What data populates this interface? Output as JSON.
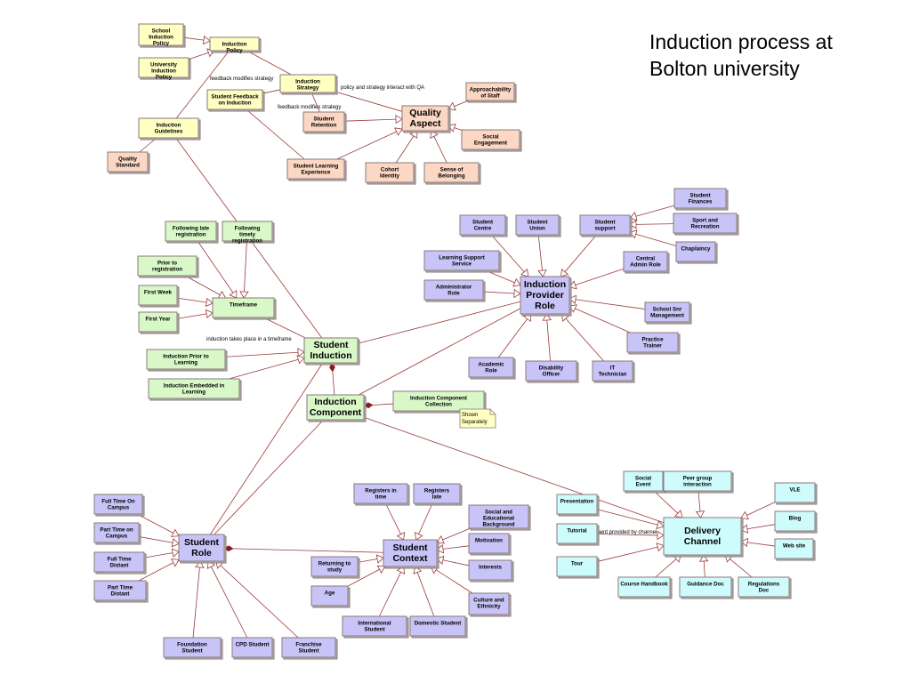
{
  "title": "Induction process at Bolton university",
  "colors": {
    "yellow": "#ffffc2",
    "salmon": "#fcd8c4",
    "green": "#d8f8c8",
    "blue": "#c8c4f8",
    "cyan": "#cefcfc",
    "edge": "#9b3a3a",
    "note": "#ffffc2"
  },
  "nodes": [
    {
      "id": "school-induction-policy",
      "text": "School Induction Policy",
      "color": "yellow"
    },
    {
      "id": "university-induction-policy",
      "text": "University Induction Policy",
      "color": "yellow"
    },
    {
      "id": "induction-policy",
      "text": "Induction Policy",
      "color": "yellow"
    },
    {
      "id": "induction-strategy",
      "text": "Induction Strategy",
      "color": "yellow"
    },
    {
      "id": "student-feedback-on-induction",
      "text": "Student Feedback on Induction",
      "color": "yellow"
    },
    {
      "id": "induction-guidelines",
      "text": "Induction Guidelines",
      "color": "yellow"
    },
    {
      "id": "quality-standard",
      "text": "Quality Standard",
      "color": "salmon"
    },
    {
      "id": "approachability-of-staff",
      "text": "Approachability of Staff",
      "color": "salmon"
    },
    {
      "id": "quality-aspect",
      "text": "Quality Aspect",
      "color": "salmon",
      "big": true
    },
    {
      "id": "student-retention",
      "text": "Student Retention",
      "color": "salmon"
    },
    {
      "id": "social-engagement",
      "text": "Social Engagement",
      "color": "salmon"
    },
    {
      "id": "student-learning-experience",
      "text": "Student Learning Experience",
      "color": "salmon"
    },
    {
      "id": "cohort-identity",
      "text": "Cohort Identity",
      "color": "salmon"
    },
    {
      "id": "sense-of-belonging",
      "text": "Sense of Belonging",
      "color": "salmon"
    },
    {
      "id": "following-late-registration",
      "text": "Following late registration",
      "color": "green"
    },
    {
      "id": "following-timely-registration",
      "text": "Following timely registration",
      "color": "green"
    },
    {
      "id": "prior-to-registration",
      "text": "Prior to registration",
      "color": "green"
    },
    {
      "id": "first-week",
      "text": "First Week",
      "color": "green"
    },
    {
      "id": "timeframe",
      "text": "Timeframe",
      "color": "green"
    },
    {
      "id": "first-year",
      "text": "First Year",
      "color": "green"
    },
    {
      "id": "student-induction",
      "text": "Student Induction",
      "color": "green",
      "big": true
    },
    {
      "id": "induction-prior-to-learning",
      "text": "Induction Prior to Learning",
      "color": "green"
    },
    {
      "id": "induction-embedded-in-learning",
      "text": "Induction Embedded in Learning",
      "color": "green"
    },
    {
      "id": "induction-component",
      "text": "Induction Component",
      "color": "green",
      "big": true
    },
    {
      "id": "induction-component-collection",
      "text": "Induction Component Collection",
      "color": "green"
    },
    {
      "id": "student-centre",
      "text": "Student Centre",
      "color": "blue"
    },
    {
      "id": "student-union",
      "text": "Student Union",
      "color": "blue"
    },
    {
      "id": "student-support",
      "text": "Student support",
      "color": "blue"
    },
    {
      "id": "student-finances",
      "text": "Student Finances",
      "color": "blue"
    },
    {
      "id": "sport-and-recreation",
      "text": "Sport and Recreation",
      "color": "blue"
    },
    {
      "id": "chaplaincy",
      "text": "Chaplaincy",
      "color": "blue"
    },
    {
      "id": "learning-support-service",
      "text": "Learning Support Service",
      "color": "blue"
    },
    {
      "id": "central-admin-role",
      "text": "Central Admin Role",
      "color": "blue"
    },
    {
      "id": "administrator-role",
      "text": "Administrator Role",
      "color": "blue"
    },
    {
      "id": "induction-provider-role",
      "text": "Induction Provider Role",
      "color": "blue",
      "big": true
    },
    {
      "id": "school-snr-management",
      "text": "School Snr Management",
      "color": "blue"
    },
    {
      "id": "practice-trainer",
      "text": "Practice Trainer",
      "color": "blue"
    },
    {
      "id": "academic-role",
      "text": "Academic Role",
      "color": "blue"
    },
    {
      "id": "disability-officer",
      "text": "Disability Officer",
      "color": "blue"
    },
    {
      "id": "it-technician",
      "text": "IT Technician",
      "color": "blue"
    },
    {
      "id": "full-time-on-campus",
      "text": "Full Time On Campus",
      "color": "blue"
    },
    {
      "id": "part-time-on-campus",
      "text": "Part Time on Campus",
      "color": "blue"
    },
    {
      "id": "full-time-distant",
      "text": "Full Time Distant",
      "color": "blue"
    },
    {
      "id": "part-time-distant",
      "text": "Part Time Distant",
      "color": "blue"
    },
    {
      "id": "student-role",
      "text": "Student Role",
      "color": "blue",
      "big": true
    },
    {
      "id": "foundation-student",
      "text": "Foundation Student",
      "color": "blue"
    },
    {
      "id": "cpd-student",
      "text": "CPD Student",
      "color": "blue"
    },
    {
      "id": "franchise-student",
      "text": "Franchise Student",
      "color": "blue"
    },
    {
      "id": "registers-in-time",
      "text": "Registers in time",
      "color": "blue"
    },
    {
      "id": "registers-late",
      "text": "Registers late",
      "color": "blue"
    },
    {
      "id": "social-and-educational-background",
      "text": "Social and Educational Background",
      "color": "blue"
    },
    {
      "id": "motivation",
      "text": "Motivation",
      "color": "blue"
    },
    {
      "id": "returning-to-study",
      "text": "Returning to study",
      "color": "blue"
    },
    {
      "id": "student-context",
      "text": "Student Context",
      "color": "blue",
      "big": true
    },
    {
      "id": "interests",
      "text": "Interests",
      "color": "blue"
    },
    {
      "id": "age",
      "text": "Age",
      "color": "blue"
    },
    {
      "id": "culture-and-ethnicity",
      "text": "Culture and Ethnicity",
      "color": "blue"
    },
    {
      "id": "international-student",
      "text": "International Student",
      "color": "blue"
    },
    {
      "id": "domestic-student",
      "text": "Domestic Student",
      "color": "blue"
    },
    {
      "id": "social-event",
      "text": "Social Event",
      "color": "cyan"
    },
    {
      "id": "peer-group-interaction",
      "text": "Peer group interaction",
      "color": "cyan"
    },
    {
      "id": "vle",
      "text": "VLE",
      "color": "cyan"
    },
    {
      "id": "presentation",
      "text": "Presentation",
      "color": "cyan"
    },
    {
      "id": "blog",
      "text": "Blog",
      "color": "cyan"
    },
    {
      "id": "tutorial",
      "text": "Tutorial",
      "color": "cyan"
    },
    {
      "id": "delivery-channel",
      "text": "Delivery Channel",
      "color": "cyan",
      "big": true
    },
    {
      "id": "web-site",
      "text": "Web site",
      "color": "cyan"
    },
    {
      "id": "tour",
      "text": "Tour",
      "color": "cyan"
    },
    {
      "id": "course-handbook",
      "text": "Course Handbook",
      "color": "cyan"
    },
    {
      "id": "guidance-doc",
      "text": "Guidance Doc",
      "color": "cyan"
    },
    {
      "id": "regulations-doc",
      "text": "Regulations Doc",
      "color": "cyan"
    }
  ],
  "note": {
    "id": "shown-separately-note",
    "text": "Shown Separately"
  },
  "edge_labels": [
    {
      "id": "feedback-modifies-strategy-1",
      "text": "feedback modifies strategy"
    },
    {
      "id": "policy-and-strategy-interact-with-qa",
      "text": "policy and strategy interact with QA"
    },
    {
      "id": "feedback-modifies-strategy-2",
      "text": "feedback modifies strategy"
    },
    {
      "id": "induction-takes-place-in-a-timeframe",
      "text": "induction takes place in a timeframe"
    },
    {
      "id": "component-provided-by-channel",
      "text": "onent provided by channel"
    }
  ],
  "edges": [
    {
      "from": "school-induction-policy",
      "to": "induction-policy",
      "type": "gen"
    },
    {
      "from": "university-induction-policy",
      "to": "induction-policy",
      "type": "gen"
    },
    {
      "from": "induction-policy",
      "to": "induction-strategy",
      "type": "line"
    },
    {
      "from": "induction-policy",
      "to": "induction-guidelines",
      "type": "line"
    },
    {
      "from": "induction-strategy",
      "to": "student-feedback-on-induction",
      "type": "line"
    },
    {
      "from": "induction-strategy",
      "to": "student-retention",
      "type": "line"
    },
    {
      "from": "induction-strategy",
      "to": "quality-aspect",
      "type": "line"
    },
    {
      "from": "student-feedback-on-induction",
      "to": "student-learning-experience",
      "type": "line"
    },
    {
      "from": "induction-guidelines",
      "to": "quality-standard",
      "type": "line"
    },
    {
      "from": "induction-guidelines",
      "to": "student-induction",
      "type": "line"
    },
    {
      "from": "approachability-of-staff",
      "to": "quality-aspect",
      "type": "gen"
    },
    {
      "from": "student-retention",
      "to": "quality-aspect",
      "type": "gen"
    },
    {
      "from": "social-engagement",
      "to": "quality-aspect",
      "type": "gen"
    },
    {
      "from": "student-learning-experience",
      "to": "quality-aspect",
      "type": "gen"
    },
    {
      "from": "cohort-identity",
      "to": "quality-aspect",
      "type": "gen"
    },
    {
      "from": "sense-of-belonging",
      "to": "quality-aspect",
      "type": "gen"
    },
    {
      "from": "following-late-registration",
      "to": "timeframe",
      "type": "gen"
    },
    {
      "from": "following-timely-registration",
      "to": "timeframe",
      "type": "gen"
    },
    {
      "from": "prior-to-registration",
      "to": "timeframe",
      "type": "gen"
    },
    {
      "from": "first-week",
      "to": "timeframe",
      "type": "gen"
    },
    {
      "from": "first-year",
      "to": "timeframe",
      "type": "gen"
    },
    {
      "from": "timeframe",
      "to": "student-induction",
      "type": "line"
    },
    {
      "from": "induction-prior-to-learning",
      "to": "student-induction",
      "type": "gen"
    },
    {
      "from": "induction-embedded-in-learning",
      "to": "student-induction",
      "type": "gen"
    },
    {
      "from": "student-induction",
      "to": "induction-component",
      "type": "comp"
    },
    {
      "from": "student-induction",
      "to": "induction-provider-role",
      "type": "line"
    },
    {
      "from": "student-induction",
      "to": "student-role",
      "type": "line"
    },
    {
      "from": "induction-component",
      "to": "induction-component-collection",
      "type": "comp"
    },
    {
      "from": "induction-component",
      "to": "induction-provider-role",
      "type": "line"
    },
    {
      "from": "induction-component",
      "to": "student-role",
      "type": "line"
    },
    {
      "from": "induction-component",
      "to": "delivery-channel",
      "type": "line"
    },
    {
      "from": "student-centre",
      "to": "induction-provider-role",
      "type": "gen"
    },
    {
      "from": "student-union",
      "to": "induction-provider-role",
      "type": "gen"
    },
    {
      "from": "student-support",
      "to": "induction-provider-role",
      "type": "gen"
    },
    {
      "from": "student-finances",
      "to": "student-support",
      "type": "gen"
    },
    {
      "from": "sport-and-recreation",
      "to": "student-support",
      "type": "gen"
    },
    {
      "from": "chaplaincy",
      "to": "student-support",
      "type": "gen"
    },
    {
      "from": "learning-support-service",
      "to": "induction-provider-role",
      "type": "gen"
    },
    {
      "from": "central-admin-role",
      "to": "induction-provider-role",
      "type": "gen"
    },
    {
      "from": "administrator-role",
      "to": "induction-provider-role",
      "type": "gen"
    },
    {
      "from": "school-snr-management",
      "to": "induction-provider-role",
      "type": "gen"
    },
    {
      "from": "practice-trainer",
      "to": "induction-provider-role",
      "type": "gen"
    },
    {
      "from": "academic-role",
      "to": "induction-provider-role",
      "type": "gen"
    },
    {
      "from": "disability-officer",
      "to": "induction-provider-role",
      "type": "gen"
    },
    {
      "from": "it-technician",
      "to": "induction-provider-role",
      "type": "gen"
    },
    {
      "from": "full-time-on-campus",
      "to": "student-role",
      "type": "gen"
    },
    {
      "from": "part-time-on-campus",
      "to": "student-role",
      "type": "gen"
    },
    {
      "from": "full-time-distant",
      "to": "student-role",
      "type": "gen"
    },
    {
      "from": "part-time-distant",
      "to": "student-role",
      "type": "gen"
    },
    {
      "from": "foundation-student",
      "to": "student-role",
      "type": "gen"
    },
    {
      "from": "cpd-student",
      "to": "student-role",
      "type": "gen"
    },
    {
      "from": "franchise-student",
      "to": "student-role",
      "type": "gen"
    },
    {
      "from": "student-role",
      "to": "student-context",
      "type": "comp"
    },
    {
      "from": "registers-in-time",
      "to": "student-context",
      "type": "gen"
    },
    {
      "from": "registers-late",
      "to": "student-context",
      "type": "gen"
    },
    {
      "from": "social-and-educational-background",
      "to": "student-context",
      "type": "gen"
    },
    {
      "from": "motivation",
      "to": "student-context",
      "type": "gen"
    },
    {
      "from": "returning-to-study",
      "to": "student-context",
      "type": "gen"
    },
    {
      "from": "interests",
      "to": "student-context",
      "type": "gen"
    },
    {
      "from": "age",
      "to": "student-context",
      "type": "gen"
    },
    {
      "from": "culture-and-ethnicity",
      "to": "student-context",
      "type": "gen"
    },
    {
      "from": "international-student",
      "to": "student-context",
      "type": "gen"
    },
    {
      "from": "domestic-student",
      "to": "student-context",
      "type": "gen"
    },
    {
      "from": "social-event",
      "to": "delivery-channel",
      "type": "gen"
    },
    {
      "from": "peer-group-interaction",
      "to": "delivery-channel",
      "type": "gen"
    },
    {
      "from": "vle",
      "to": "delivery-channel",
      "type": "gen"
    },
    {
      "from": "presentation",
      "to": "delivery-channel",
      "type": "gen"
    },
    {
      "from": "blog",
      "to": "delivery-channel",
      "type": "gen"
    },
    {
      "from": "tutorial",
      "to": "delivery-channel",
      "type": "gen"
    },
    {
      "from": "web-site",
      "to": "delivery-channel",
      "type": "gen"
    },
    {
      "from": "tour",
      "to": "delivery-channel",
      "type": "gen"
    },
    {
      "from": "course-handbook",
      "to": "delivery-channel",
      "type": "gen"
    },
    {
      "from": "guidance-doc",
      "to": "delivery-channel",
      "type": "gen"
    },
    {
      "from": "regulations-doc",
      "to": "delivery-channel",
      "type": "gen"
    }
  ]
}
